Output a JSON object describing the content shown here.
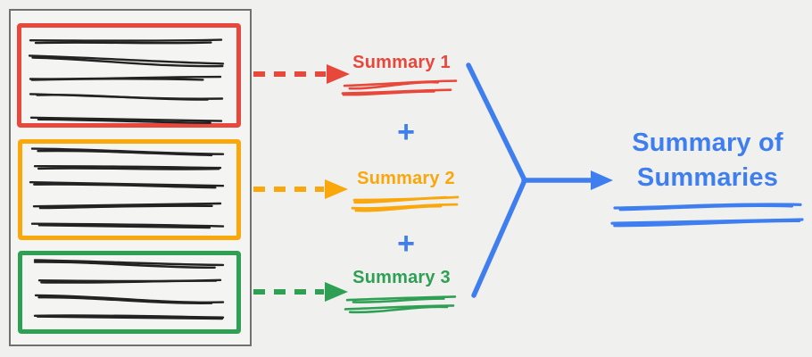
{
  "colors": {
    "red": "#E8473B",
    "orange": "#F9A70B",
    "green": "#2FA053",
    "blue": "#3F7EEF",
    "ink": "#222222",
    "frame": "#707070",
    "background": "#F0F0EF",
    "panel": "#F4F4F2"
  },
  "document": {
    "chunks": [
      {
        "name": "chunk-1",
        "color": "red",
        "text_lines": 5
      },
      {
        "name": "chunk-2",
        "color": "orange",
        "text_lines": 5
      },
      {
        "name": "chunk-3",
        "color": "green",
        "text_lines": 4
      }
    ]
  },
  "summaries": [
    {
      "label": "Summary 1",
      "color": "red"
    },
    {
      "label": "Summary 2",
      "color": "orange"
    },
    {
      "label": "Summary 3",
      "color": "green"
    }
  ],
  "plus_operator": "+",
  "result": {
    "label": "Summary of Summaries",
    "lines": [
      "Summary of",
      "Summaries"
    ],
    "color": "blue"
  }
}
